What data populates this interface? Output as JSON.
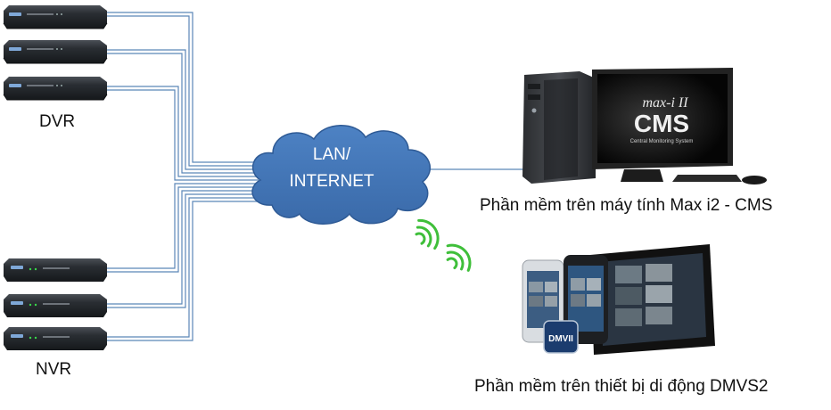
{
  "diagram": {
    "dvr_label": "DVR",
    "nvr_label": "NVR",
    "cloud": {
      "line1": "LAN/",
      "line2": "INTERNET"
    },
    "cms_label": "Phần mềm trên máy tính Max i2 - CMS",
    "mobile_label": "Phần mềm trên thiết bị di động DMVS2",
    "monitor_logo": {
      "line1": "max-i II",
      "line2": "CMS",
      "line3": "Central Monitoring System"
    },
    "app_badge": "DMVII"
  },
  "colors": {
    "cloud": "#3f73b6",
    "cloud_edge": "#2e5a95",
    "wire": "#5b86b8",
    "wifi": "#3fbf3a",
    "device": "#1f2328",
    "monitor_screen": "#0b0b0b",
    "tablet_screen": "#2a3542"
  }
}
